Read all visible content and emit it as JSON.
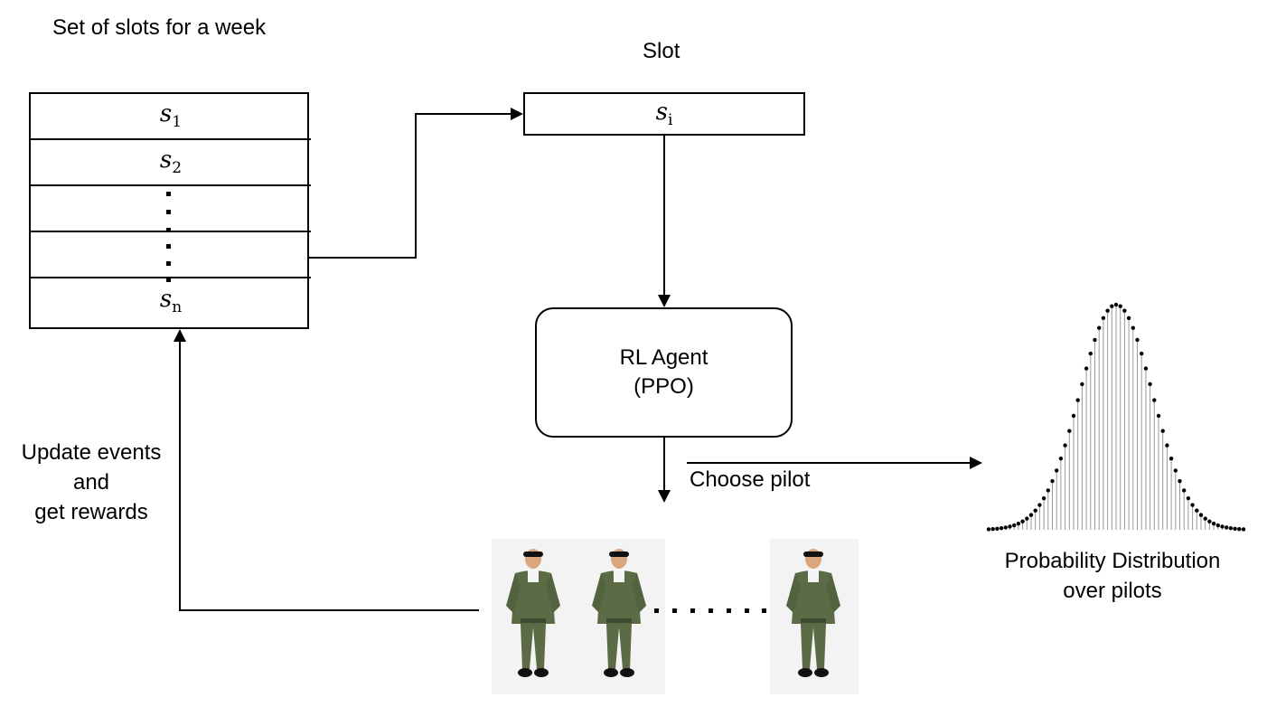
{
  "slots_title": "Set of slots for a week",
  "slots": [
    {
      "symbol": "s",
      "sub": "1"
    },
    {
      "symbol": "s",
      "sub": "2"
    },
    {
      "symbol": "",
      "sub": ""
    },
    {
      "symbol": "",
      "sub": ""
    },
    {
      "symbol": "s",
      "sub": "n"
    }
  ],
  "slot_title": "Slot",
  "slot_value": {
    "symbol": "s",
    "sub": "i"
  },
  "agent": {
    "line1": "RL Agent",
    "line2": "(PPO)"
  },
  "choose_label": "Choose pilot",
  "update_label": {
    "line1": "Update events",
    "line2": "and",
    "line3": "get rewards"
  },
  "distribution_label": {
    "line1": "Probability Distribution",
    "line2": "over pilots"
  },
  "distribution": {
    "type": "normal",
    "mean": 0,
    "sd": 1,
    "points": 61
  },
  "colors": {
    "pilot_uniform": "#5a6b45",
    "pilot_bg": "#f1f1f1",
    "stroke": "#000000",
    "stem": "#9a9a9a"
  }
}
